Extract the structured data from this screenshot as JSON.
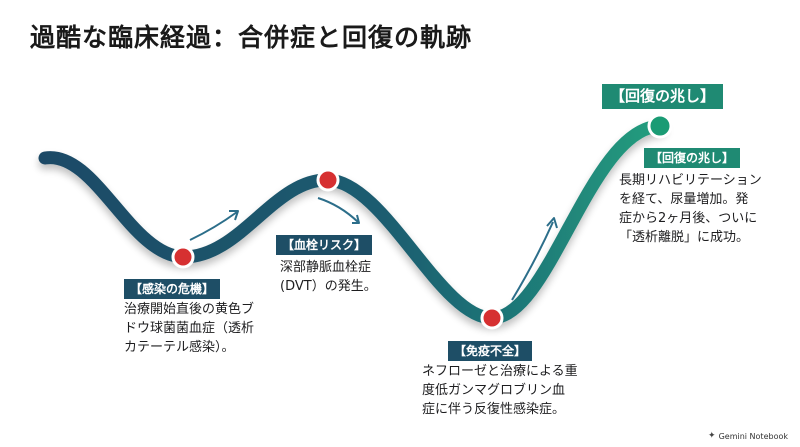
{
  "title": "過酷な臨床経過：合併症と回復の軌跡",
  "top_label": "【回復の兆し】",
  "stages": [
    {
      "label": "【感染の危機】",
      "text": "治療開始直後の黄色ブ\nドウ球菌菌血症（透析\nカテーテル感染）。"
    },
    {
      "label": "【血栓リスク】",
      "text": "深部静脈血栓症\n(DVT）の発生。"
    },
    {
      "label": "【免疫不全】",
      "text": "ネフローゼと治療による重\n度低ガンマグロブリン血\n症に伴う反復性感染症。"
    },
    {
      "label": "【回復の兆し】",
      "text": "長期リハビリテーション\nを経て、尿量増加。発\n症から2ヶ月後、ついに\n「透析離脱」に成功。"
    }
  ],
  "footer": "Gemini Notebook",
  "colors": {
    "navy": "#1e4e66",
    "green": "#1f8a73",
    "red": "#d63031",
    "accent_green": "#1a9b74"
  }
}
